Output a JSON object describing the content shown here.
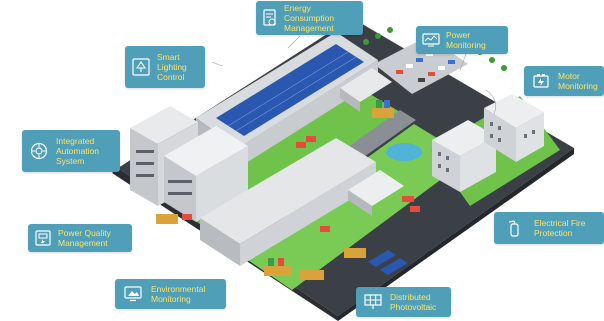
{
  "labels": {
    "energy": [
      "Energy",
      "Consumption",
      "Management"
    ],
    "power_monitoring": [
      "Power",
      "Monitoring"
    ],
    "motor": [
      "Motor",
      "Monitoring"
    ],
    "smart_lighting": [
      "Smart",
      "Lighting",
      "Control"
    ],
    "integrated_automation": [
      "Integrated",
      "Automation",
      "System"
    ],
    "power_quality": [
      "Power Quality",
      "Management"
    ],
    "electrical_fire": [
      "Electrical Fire",
      "Protection"
    ],
    "environmental": [
      "Environmental",
      "Monitoring"
    ],
    "distributed_pv": [
      "Distributed",
      "Photovoltaic"
    ]
  },
  "colors": {
    "tag_background": "#4f9fb8",
    "tag_text": "#fde36a",
    "ground": "#6fc24a",
    "base": "#3b3f46",
    "solar_panel": "#2a57b0",
    "water": "#4fb4d8"
  },
  "icons": {
    "energy": "document-gear-icon",
    "power_monitoring": "monitor-waveform-icon",
    "motor": "motor-bolt-icon",
    "smart_lighting": "lamp-icon",
    "integrated_automation": "gear-circuit-icon",
    "power_quality": "meter-icon",
    "electrical_fire": "fire-extinguisher-icon",
    "environmental": "environment-screen-icon",
    "distributed_pv": "solar-panel-icon"
  }
}
